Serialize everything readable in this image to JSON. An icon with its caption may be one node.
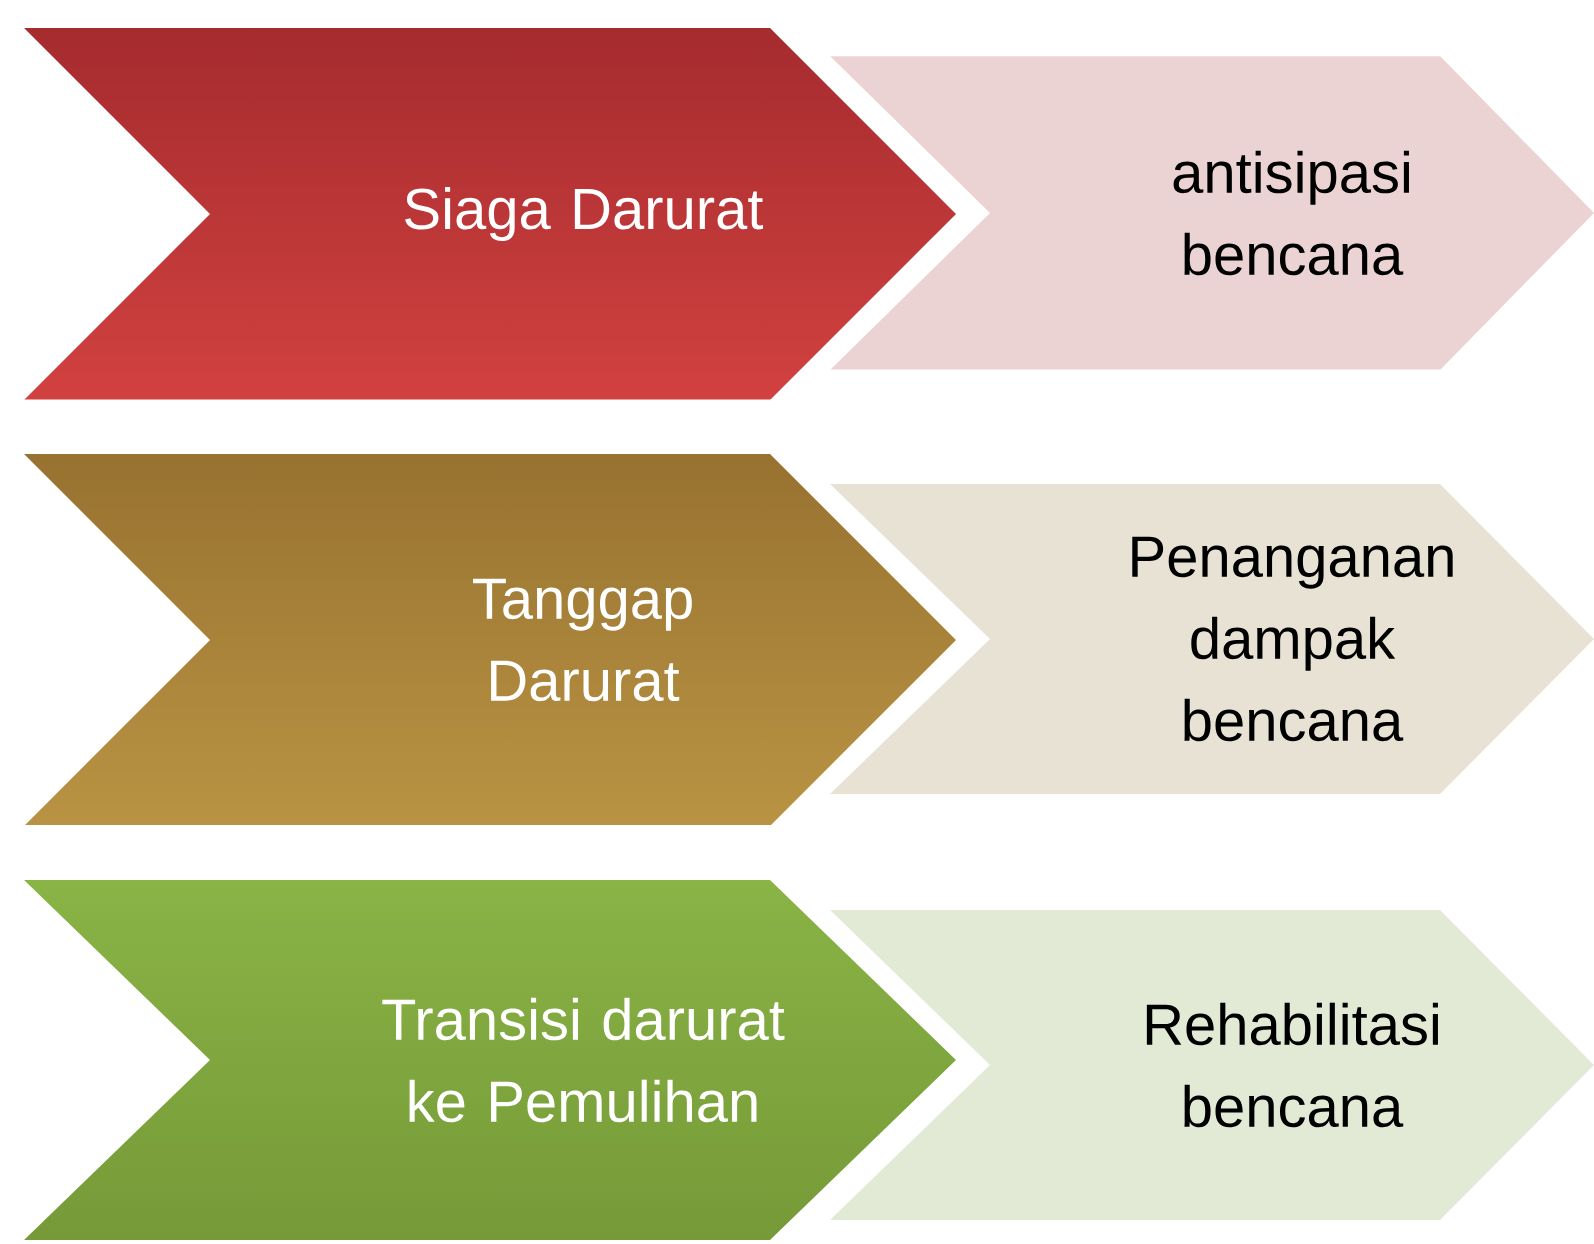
{
  "diagram": {
    "nodes": [
      {
        "text": [
          "Siaga Darurat"
        ]
      },
      {
        "text": [
          "antisipasi bencana"
        ]
      },
      {
        "text": [
          "Tanggap Darurat"
        ]
      },
      {
        "text": [
          "Penanganan dampak bencana"
        ]
      },
      {
        "text": [
          "Transisi darurat ke Pemulihan"
        ]
      },
      {
        "text": [
          "Rehabilitasi bencana"
        ]
      }
    ]
  }
}
